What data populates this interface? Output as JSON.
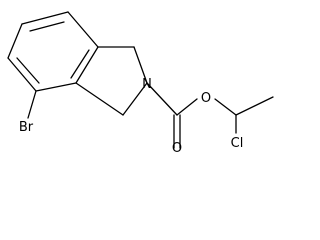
{
  "structure": {
    "atoms": {
      "bromine": "Br",
      "nitrogen": "N",
      "ester_oxygen": "O",
      "carbonyl_oxygen": "O",
      "chlorine": "Cl"
    },
    "colors": {
      "bond": "#000000",
      "label": "#000000",
      "background": "#ffffff"
    }
  }
}
